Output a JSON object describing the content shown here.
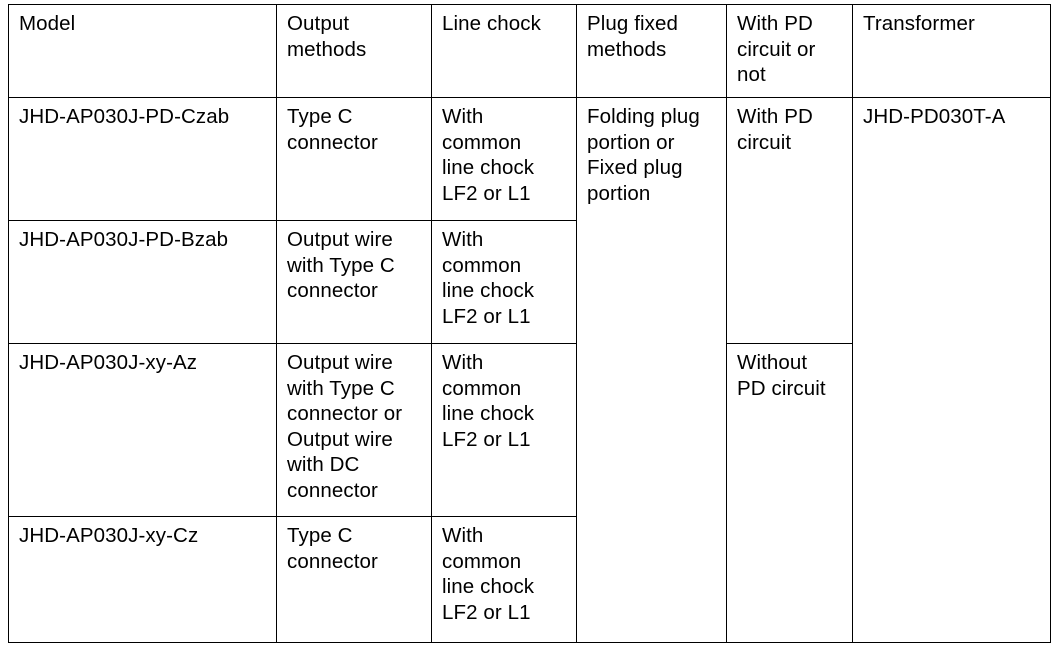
{
  "table": {
    "columns": [
      {
        "key": "model",
        "label": "Model"
      },
      {
        "key": "output",
        "label": "Output\nmethods"
      },
      {
        "key": "line_chock",
        "label": "Line chock"
      },
      {
        "key": "plug_fixed",
        "label": "Plug fixed\nmethods"
      },
      {
        "key": "pd_circuit",
        "label": "With PD\ncircuit or\nnot"
      },
      {
        "key": "transformer",
        "label": "Transformer"
      }
    ],
    "rows": [
      {
        "model": "JHD-AP030J-PD-Czab",
        "output": "Type C\nconnector",
        "line_chock": "With\ncommon\nline chock\nLF2 or L1"
      },
      {
        "model": "JHD-AP030J-PD-Bzab",
        "output": "Output wire\nwith Type C\nconnector",
        "line_chock": "With\ncommon\nline chock\nLF2 or L1"
      },
      {
        "model": "JHD-AP030J-xy-Az",
        "output": "Output wire\nwith Type C\nconnector or\nOutput wire\nwith DC\nconnector",
        "line_chock": "With\ncommon\nline chock\nLF2 or L1"
      },
      {
        "model": "JHD-AP030J-xy-Cz",
        "output": "Type C\nconnector",
        "line_chock": "With\ncommon\nline chock\nLF2 or L1"
      }
    ],
    "merged": {
      "plug_fixed_all_rows": "Folding plug\nportion or\nFixed plug\nportion",
      "pd_circuit_rows_1_2": "With PD\ncircuit",
      "pd_circuit_rows_3_4": "Without\nPD circuit",
      "transformer_all_rows": "JHD-PD030T-A"
    }
  },
  "colors": {
    "border": "#000000",
    "text": "#000000",
    "background": "#ffffff"
  }
}
